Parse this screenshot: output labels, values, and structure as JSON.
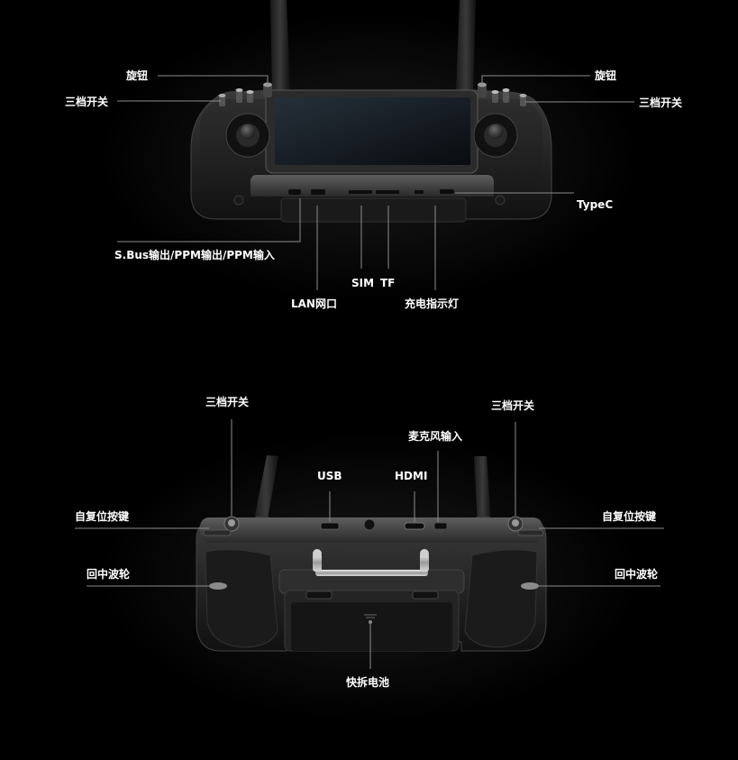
{
  "colors": {
    "background": "#000000",
    "label": "#ffffff",
    "leader_line": "#8c8c8c"
  },
  "top_view": {
    "knob_left": "旋钮",
    "knob_right": "旋钮",
    "switch_left": "三档开关",
    "switch_right": "三档开关",
    "typec": "TypeC",
    "sbus_ppm": "S.Bus输出/PPM输出/PPM输入",
    "lan": "LAN网口",
    "sim": "SIM",
    "tf": "TF",
    "charge_led": "充电指示灯"
  },
  "bottom_view": {
    "switch_left": "三档开关",
    "switch_right": "三档开关",
    "mic_in": "麦克风输入",
    "usb": "USB",
    "hdmi": "HDMI",
    "reset_button_left": "自复位按键",
    "reset_button_right": "自复位按键",
    "center_wheel_left": "回中波轮",
    "center_wheel_right": "回中波轮",
    "quick_release_battery": "快拆电池"
  }
}
